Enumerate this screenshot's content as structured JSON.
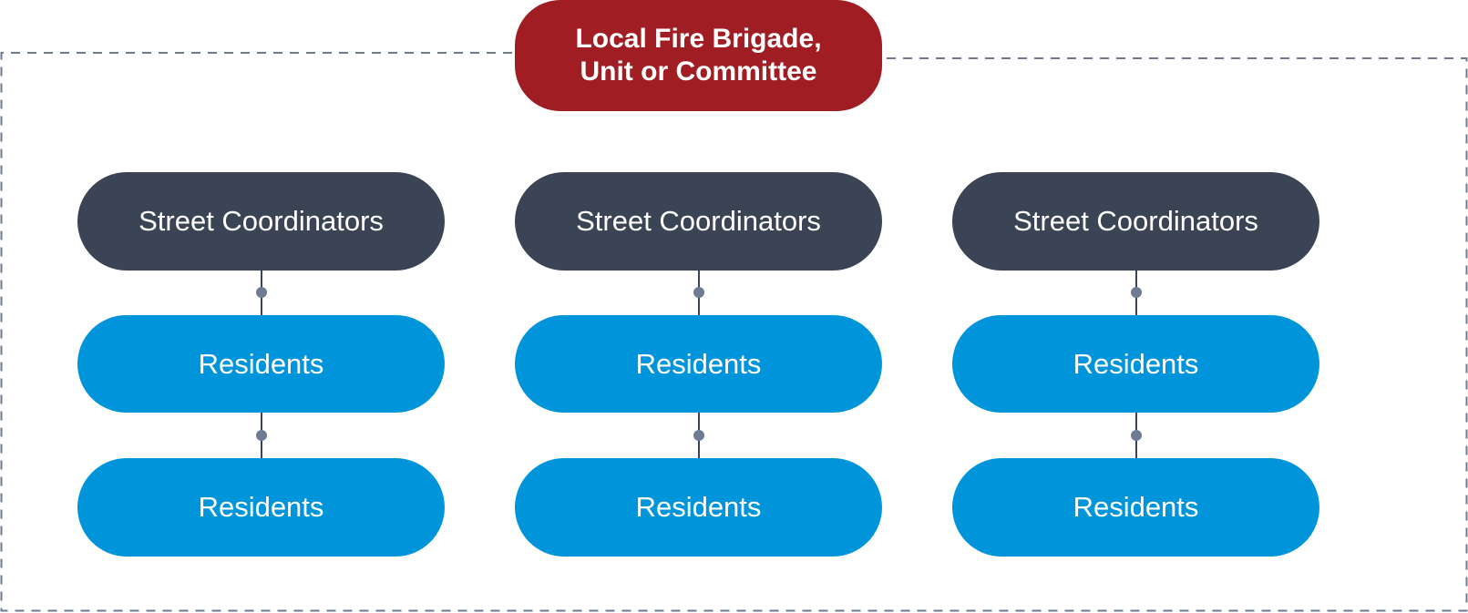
{
  "top_node": {
    "line1": "Local Fire Brigade,",
    "line2": "Unit or Committee"
  },
  "columns": [
    {
      "coordinator": "Street Coordinators",
      "residents": [
        "Residents",
        "Residents"
      ]
    },
    {
      "coordinator": "Street Coordinators",
      "residents": [
        "Residents",
        "Residents"
      ]
    },
    {
      "coordinator": "Street Coordinators",
      "residents": [
        "Residents",
        "Residents"
      ]
    }
  ],
  "colors": {
    "top": "#a01e23",
    "coordinator": "#3b4454",
    "residents": "#0095da",
    "border": "#6e7b93"
  }
}
